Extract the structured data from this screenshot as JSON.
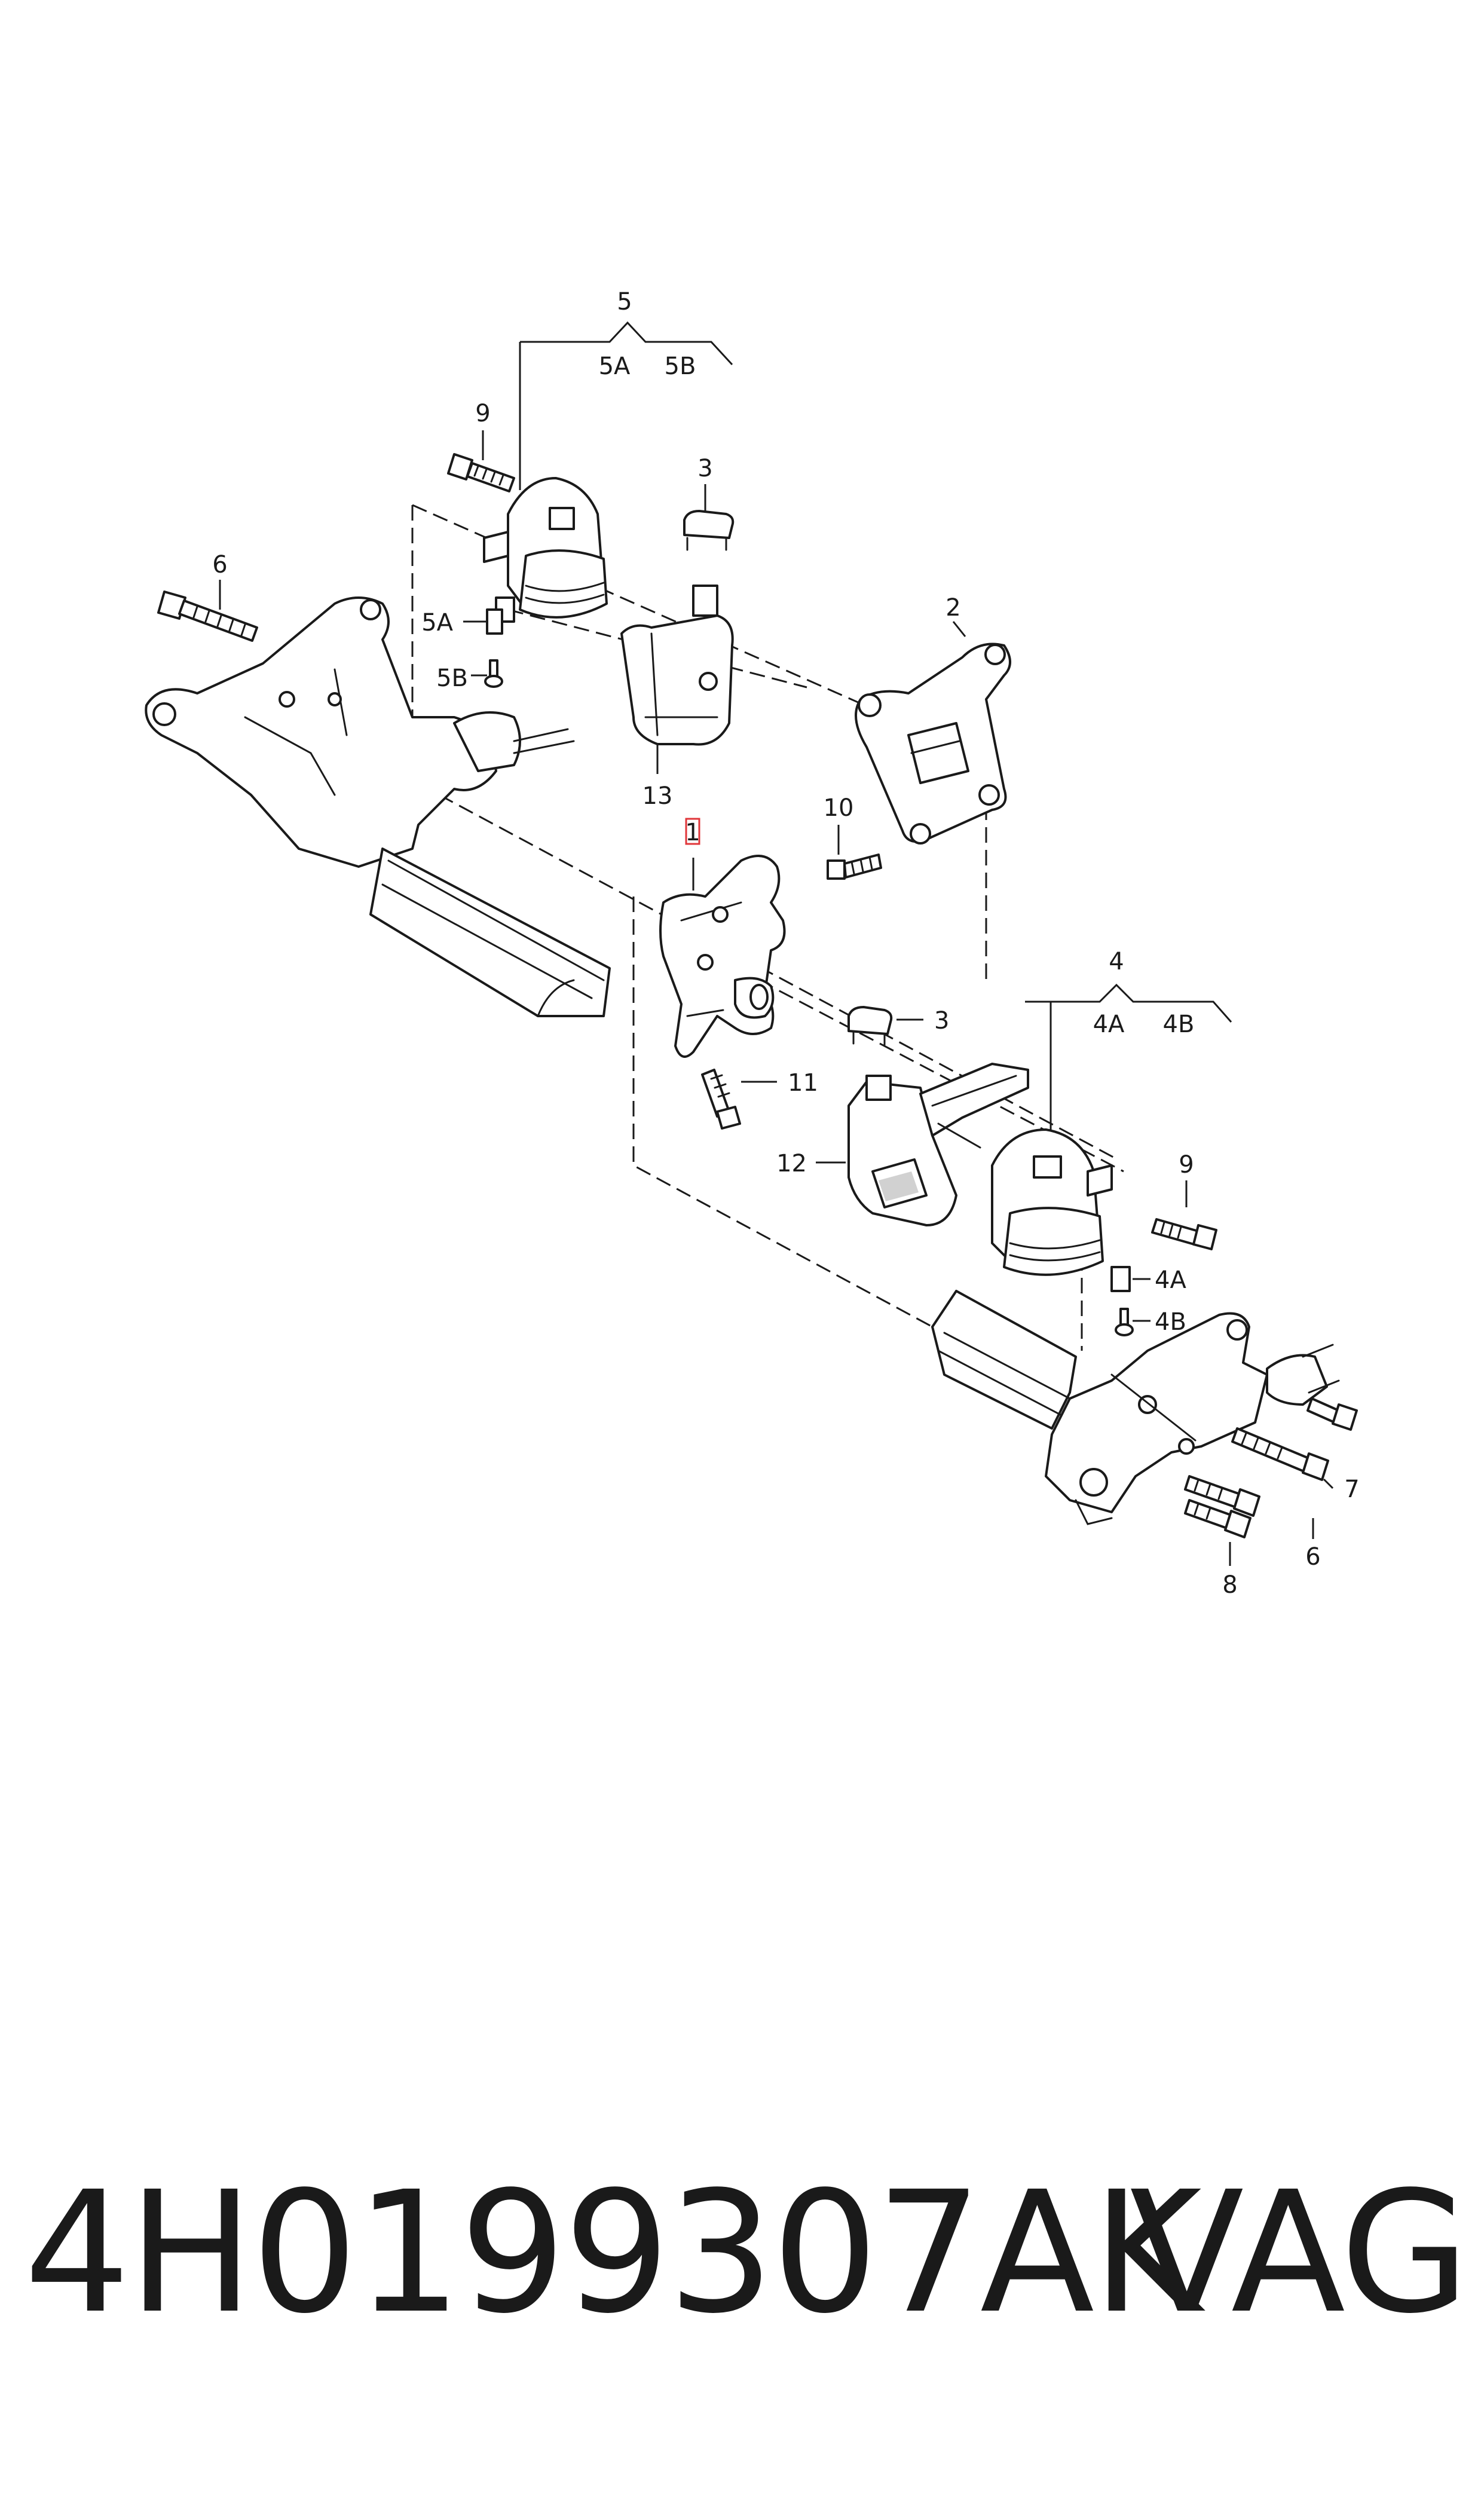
{
  "callouts": {
    "c5": "5",
    "c5A_top": "5A",
    "c5B_top": "5B",
    "c9a": "9",
    "c3a": "3",
    "c6a": "6",
    "c2": "2",
    "c5A": "5A",
    "c5B": "5B",
    "c13": "13",
    "c10": "10",
    "c1": "1",
    "c4": "4",
    "c4A_top": "4A",
    "c4B_top": "4B",
    "c3b": "3",
    "c11": "11",
    "c12": "12",
    "c9b": "9",
    "c4A": "4A",
    "c4B": "4B",
    "c7": "7",
    "c6b": "6",
    "c8": "8"
  },
  "highlight_color": "#e0363a",
  "footer": {
    "part_number": "4H0199307AK",
    "brand": "VAG"
  }
}
